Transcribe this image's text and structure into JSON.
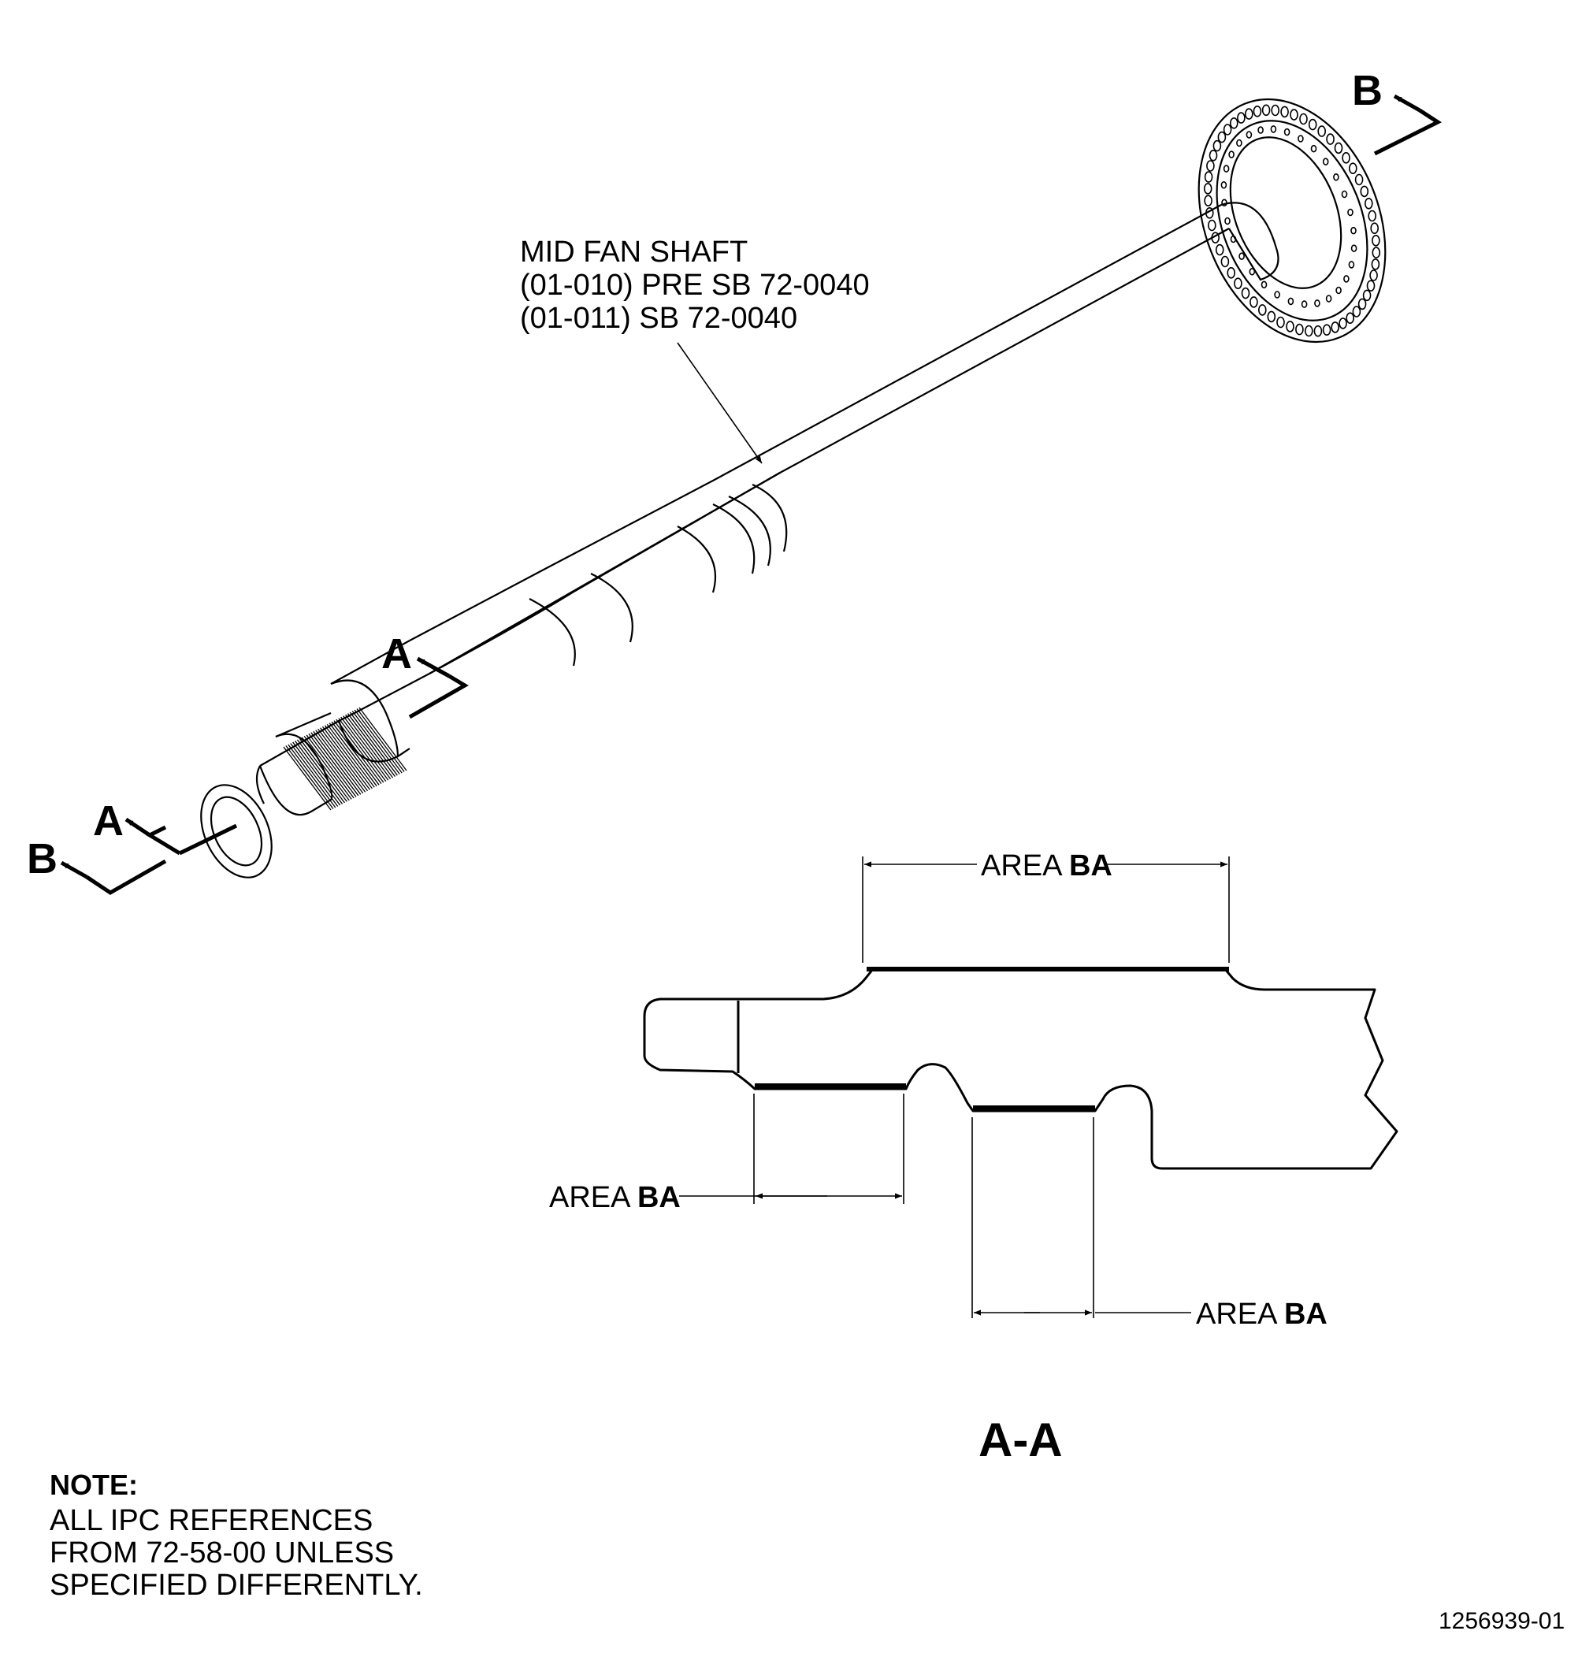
{
  "part_callout": {
    "line1": "MID FAN SHAFT",
    "line2": "(01-010) PRE SB 72-0040",
    "line3": "(01-011) SB 72-0040"
  },
  "section_markers": {
    "a_upper": "A",
    "a_lower": "A",
    "b_upper": "B",
    "b_lower": "B"
  },
  "area_labels": [
    {
      "prefix": "AREA ",
      "code": "BA"
    },
    {
      "prefix": "AREA ",
      "code": "BA"
    },
    {
      "prefix": "AREA ",
      "code": "BA"
    }
  ],
  "section_view_title": "A-A",
  "note": {
    "heading": "NOTE:",
    "lines": [
      "ALL IPC REFERENCES",
      "FROM 72-58-00 UNLESS",
      "SPECIFIED DIFFERENTLY."
    ]
  },
  "figure_id": "1256939-01"
}
